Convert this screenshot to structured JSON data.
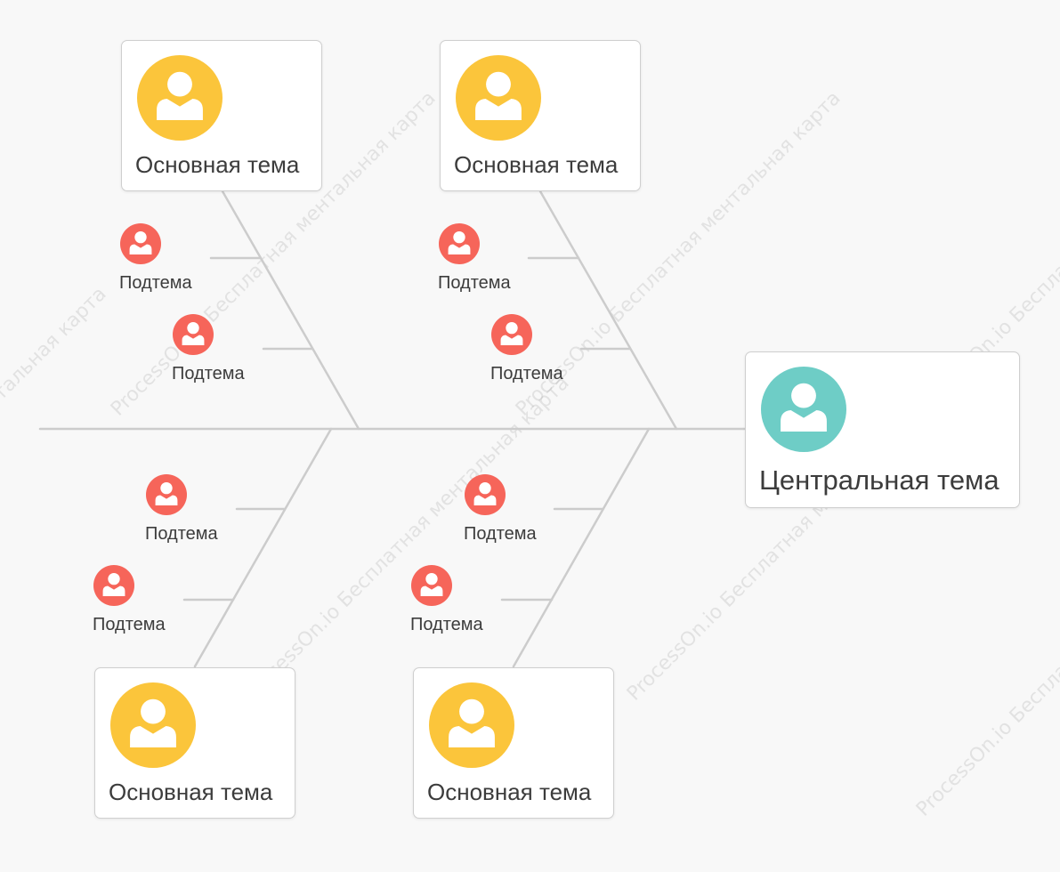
{
  "central_topic": {
    "label": "Центральная тема",
    "color": "#6ecdc6"
  },
  "main_topics": [
    {
      "label": "Основная тема",
      "color": "#fbc53b"
    },
    {
      "label": "Основная тема",
      "color": "#fbc53b"
    },
    {
      "label": "Основная тема",
      "color": "#fbc53b"
    },
    {
      "label": "Основная тема",
      "color": "#fbc53b"
    }
  ],
  "subtopics": [
    {
      "label": "Подтема"
    },
    {
      "label": "Подтема"
    },
    {
      "label": "Подтема"
    },
    {
      "label": "Подтема"
    },
    {
      "label": "Подтема"
    },
    {
      "label": "Подтема"
    },
    {
      "label": "Подтема"
    },
    {
      "label": "Подтема"
    }
  ],
  "subtopic_color": "#f6655a",
  "line_color": "#cccccc",
  "avatar_icon": "person-icon",
  "watermark_text": "ProcessOn.io Бесплатная ментальная карта"
}
